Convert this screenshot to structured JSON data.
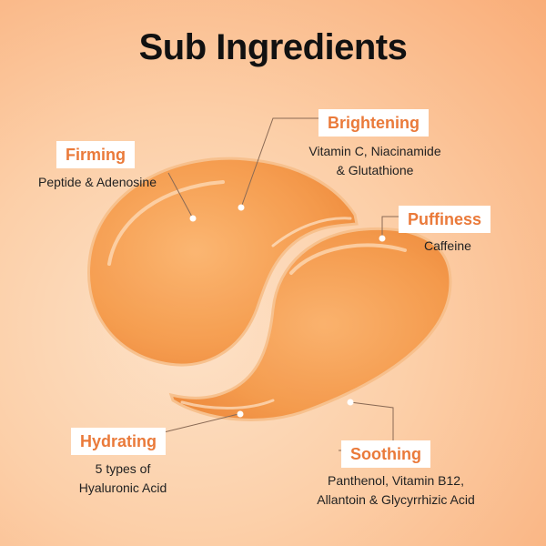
{
  "page": {
    "title": "Sub Ingredients"
  },
  "callouts": {
    "firming": {
      "label": "Firming",
      "lines": [
        "Peptide & Adenosine"
      ]
    },
    "brightening": {
      "label": "Brightening",
      "lines": [
        "Vitamin C, Niacinamide",
        "& Glutathione"
      ]
    },
    "puffiness": {
      "label": "Puffiness",
      "lines": [
        "Caffeine"
      ]
    },
    "hydrating": {
      "label": "Hydrating",
      "lines": [
        "5 types of",
        "Hyaluronic Acid"
      ]
    },
    "soothing": {
      "label": "Soothing",
      "lines": [
        "Panthenol, Vitamin B12,",
        "Allantoin & Glycyrrhizic Acid"
      ]
    }
  },
  "colors": {
    "accent": "#ea7a3a",
    "background": "#fccfa8",
    "patch": "#f39a48"
  },
  "art": {
    "subject": "two orange hydrogel eye patches"
  }
}
